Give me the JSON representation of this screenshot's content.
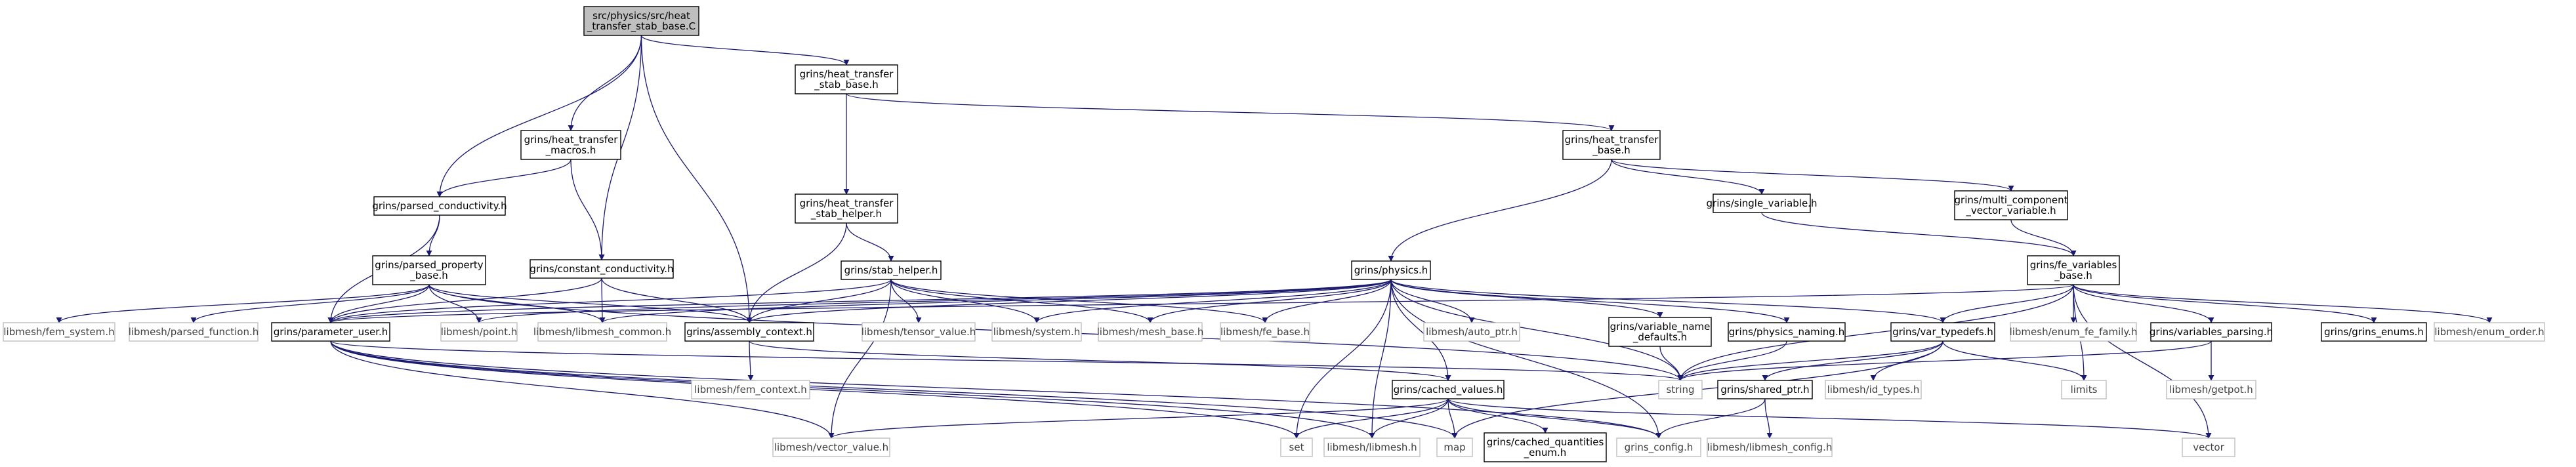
{
  "colors": {
    "edge": "#191970",
    "root_fill": "#bfbfbf",
    "node_fill": "#ffffff",
    "node_border": "#000000",
    "external_border": "#bfbfbf",
    "external_text": "#404040",
    "text": "#000000"
  },
  "nodes": [
    {
      "id": "root",
      "lines": [
        "src/physics/src/heat",
        "_transfer_stab_base.C"
      ],
      "kind": "root"
    },
    {
      "id": "heat_transfer_stab_base_h",
      "lines": [
        "grins/heat_transfer",
        "_stab_base.h"
      ],
      "kind": "internal"
    },
    {
      "id": "heat_transfer_base_h",
      "lines": [
        "grins/heat_transfer",
        "_base.h"
      ],
      "kind": "internal"
    },
    {
      "id": "heat_transfer_macros_h",
      "lines": [
        "grins/heat_transfer",
        "_macros.h"
      ],
      "kind": "internal"
    },
    {
      "id": "heat_transfer_stab_helper_h",
      "lines": [
        "grins/heat_transfer",
        "_stab_helper.h"
      ],
      "kind": "internal"
    },
    {
      "id": "single_variable_h",
      "lines": [
        "grins/single_variable.h"
      ],
      "kind": "internal"
    },
    {
      "id": "multi_component_vector_variable_h",
      "lines": [
        "grins/multi_component",
        "_vector_variable.h"
      ],
      "kind": "internal"
    },
    {
      "id": "parsed_conductivity_h",
      "lines": [
        "grins/parsed_conductivity.h"
      ],
      "kind": "internal"
    },
    {
      "id": "parsed_property_base_h",
      "lines": [
        "grins/parsed_property",
        "_base.h"
      ],
      "kind": "internal"
    },
    {
      "id": "constant_conductivity_h",
      "lines": [
        "grins/constant_conductivity.h"
      ],
      "kind": "internal"
    },
    {
      "id": "stab_helper_h",
      "lines": [
        "grins/stab_helper.h"
      ],
      "kind": "internal"
    },
    {
      "id": "physics_h",
      "lines": [
        "grins/physics.h"
      ],
      "kind": "internal"
    },
    {
      "id": "fe_variables_base_h",
      "lines": [
        "grins/fe_variables",
        "_base.h"
      ],
      "kind": "internal"
    },
    {
      "id": "fem_system_h",
      "lines": [
        "libmesh/fem_system.h"
      ],
      "kind": "external"
    },
    {
      "id": "parsed_function_h",
      "lines": [
        "libmesh/parsed_function.h"
      ],
      "kind": "external"
    },
    {
      "id": "parameter_user_h",
      "lines": [
        "grins/parameter_user.h"
      ],
      "kind": "internal"
    },
    {
      "id": "point_h",
      "lines": [
        "libmesh/point.h"
      ],
      "kind": "external"
    },
    {
      "id": "libmesh_common_h",
      "lines": [
        "libmesh/libmesh_common.h"
      ],
      "kind": "external"
    },
    {
      "id": "assembly_context_h",
      "lines": [
        "grins/assembly_context.h"
      ],
      "kind": "internal"
    },
    {
      "id": "tensor_value_h",
      "lines": [
        "libmesh/tensor_value.h"
      ],
      "kind": "external"
    },
    {
      "id": "system_h",
      "lines": [
        "libmesh/system.h"
      ],
      "kind": "external"
    },
    {
      "id": "mesh_base_h",
      "lines": [
        "libmesh/mesh_base.h"
      ],
      "kind": "external"
    },
    {
      "id": "fe_base_h",
      "lines": [
        "libmesh/fe_base.h"
      ],
      "kind": "external"
    },
    {
      "id": "auto_ptr_h",
      "lines": [
        "libmesh/auto_ptr.h"
      ],
      "kind": "external"
    },
    {
      "id": "variable_name_defaults_h",
      "lines": [
        "grins/variable_name",
        "_defaults.h"
      ],
      "kind": "internal"
    },
    {
      "id": "physics_naming_h",
      "lines": [
        "grins/physics_naming.h"
      ],
      "kind": "internal"
    },
    {
      "id": "var_typedefs_h",
      "lines": [
        "grins/var_typedefs.h"
      ],
      "kind": "internal"
    },
    {
      "id": "enum_fe_family_h",
      "lines": [
        "libmesh/enum_fe_family.h"
      ],
      "kind": "external"
    },
    {
      "id": "variables_parsing_h",
      "lines": [
        "grins/variables_parsing.h"
      ],
      "kind": "internal"
    },
    {
      "id": "grins_enums_h",
      "lines": [
        "grins/grins_enums.h"
      ],
      "kind": "internal"
    },
    {
      "id": "enum_order_h",
      "lines": [
        "libmesh/enum_order.h"
      ],
      "kind": "external"
    },
    {
      "id": "fem_context_h",
      "lines": [
        "libmesh/fem_context.h"
      ],
      "kind": "external"
    },
    {
      "id": "string",
      "lines": [
        "string"
      ],
      "kind": "external"
    },
    {
      "id": "cached_values_h",
      "lines": [
        "grins/cached_values.h"
      ],
      "kind": "internal"
    },
    {
      "id": "shared_ptr_h",
      "lines": [
        "grins/shared_ptr.h"
      ],
      "kind": "internal"
    },
    {
      "id": "id_types_h",
      "lines": [
        "libmesh/id_types.h"
      ],
      "kind": "external"
    },
    {
      "id": "limits",
      "lines": [
        "limits"
      ],
      "kind": "external"
    },
    {
      "id": "getpot_h",
      "lines": [
        "libmesh/getpot.h"
      ],
      "kind": "external"
    },
    {
      "id": "vector_value_h",
      "lines": [
        "libmesh/vector_value.h"
      ],
      "kind": "external"
    },
    {
      "id": "set",
      "lines": [
        "set"
      ],
      "kind": "external"
    },
    {
      "id": "libmesh_h",
      "lines": [
        "libmesh/libmesh.h"
      ],
      "kind": "external"
    },
    {
      "id": "map",
      "lines": [
        "map"
      ],
      "kind": "external"
    },
    {
      "id": "cached_quantities_enum_h",
      "lines": [
        "grins/cached_quantities",
        "_enum.h"
      ],
      "kind": "internal"
    },
    {
      "id": "grins_config_h",
      "lines": [
        "grins_config.h"
      ],
      "kind": "external"
    },
    {
      "id": "libmesh_config_h",
      "lines": [
        "libmesh/libmesh_config.h"
      ],
      "kind": "external"
    },
    {
      "id": "vector",
      "lines": [
        "vector"
      ],
      "kind": "external"
    }
  ],
  "edges": [
    [
      "root",
      "heat_transfer_stab_base_h"
    ],
    [
      "root",
      "heat_transfer_macros_h"
    ],
    [
      "root",
      "parsed_conductivity_h"
    ],
    [
      "root",
      "constant_conductivity_h"
    ],
    [
      "root",
      "assembly_context_h"
    ],
    [
      "heat_transfer_stab_base_h",
      "heat_transfer_base_h"
    ],
    [
      "heat_transfer_stab_base_h",
      "heat_transfer_stab_helper_h"
    ],
    [
      "heat_transfer_base_h",
      "physics_h"
    ],
    [
      "heat_transfer_base_h",
      "single_variable_h"
    ],
    [
      "heat_transfer_base_h",
      "multi_component_vector_variable_h"
    ],
    [
      "heat_transfer_macros_h",
      "parsed_conductivity_h"
    ],
    [
      "heat_transfer_macros_h",
      "constant_conductivity_h"
    ],
    [
      "heat_transfer_stab_helper_h",
      "stab_helper_h"
    ],
    [
      "heat_transfer_stab_helper_h",
      "assembly_context_h"
    ],
    [
      "single_variable_h",
      "fe_variables_base_h"
    ],
    [
      "multi_component_vector_variable_h",
      "fe_variables_base_h"
    ],
    [
      "parsed_conductivity_h",
      "parsed_property_base_h"
    ],
    [
      "parsed_conductivity_h",
      "parameter_user_h"
    ],
    [
      "parsed_property_base_h",
      "fem_system_h"
    ],
    [
      "parsed_property_base_h",
      "parsed_function_h"
    ],
    [
      "parsed_property_base_h",
      "parameter_user_h"
    ],
    [
      "parsed_property_base_h",
      "point_h"
    ],
    [
      "parsed_property_base_h",
      "libmesh_common_h"
    ],
    [
      "parsed_property_base_h",
      "assembly_context_h"
    ],
    [
      "parsed_property_base_h",
      "string"
    ],
    [
      "constant_conductivity_h",
      "parameter_user_h"
    ],
    [
      "constant_conductivity_h",
      "libmesh_common_h"
    ],
    [
      "constant_conductivity_h",
      "assembly_context_h"
    ],
    [
      "stab_helper_h",
      "parameter_user_h"
    ],
    [
      "stab_helper_h",
      "assembly_context_h"
    ],
    [
      "stab_helper_h",
      "tensor_value_h"
    ],
    [
      "stab_helper_h",
      "system_h"
    ],
    [
      "stab_helper_h",
      "mesh_base_h"
    ],
    [
      "stab_helper_h",
      "fe_base_h"
    ],
    [
      "stab_helper_h",
      "vector_value_h"
    ],
    [
      "physics_h",
      "parameter_user_h"
    ],
    [
      "physics_h",
      "point_h"
    ],
    [
      "physics_h",
      "libmesh_common_h"
    ],
    [
      "physics_h",
      "assembly_context_h"
    ],
    [
      "physics_h",
      "system_h"
    ],
    [
      "physics_h",
      "mesh_base_h"
    ],
    [
      "physics_h",
      "fe_base_h"
    ],
    [
      "physics_h",
      "auto_ptr_h"
    ],
    [
      "physics_h",
      "variable_name_defaults_h"
    ],
    [
      "physics_h",
      "physics_naming_h"
    ],
    [
      "physics_h",
      "var_typedefs_h"
    ],
    [
      "physics_h",
      "string"
    ],
    [
      "physics_h",
      "cached_values_h"
    ],
    [
      "physics_h",
      "set"
    ],
    [
      "physics_h",
      "libmesh_h"
    ],
    [
      "physics_h",
      "grins_config_h"
    ],
    [
      "fe_variables_base_h",
      "parameter_user_h"
    ],
    [
      "fe_variables_base_h",
      "var_typedefs_h"
    ],
    [
      "fe_variables_base_h",
      "enum_fe_family_h"
    ],
    [
      "fe_variables_base_h",
      "variables_parsing_h"
    ],
    [
      "fe_variables_base_h",
      "grins_enums_h"
    ],
    [
      "fe_variables_base_h",
      "enum_order_h"
    ],
    [
      "fe_variables_base_h",
      "string"
    ],
    [
      "fe_variables_base_h",
      "limits"
    ],
    [
      "fe_variables_base_h",
      "vector"
    ],
    [
      "parameter_user_h",
      "string"
    ],
    [
      "parameter_user_h",
      "vector_value_h"
    ],
    [
      "parameter_user_h",
      "set"
    ],
    [
      "parameter_user_h",
      "libmesh_h"
    ],
    [
      "parameter_user_h",
      "map"
    ],
    [
      "parameter_user_h",
      "grins_config_h"
    ],
    [
      "assembly_context_h",
      "fem_context_h"
    ],
    [
      "assembly_context_h",
      "cached_values_h"
    ],
    [
      "variable_name_defaults_h",
      "string"
    ],
    [
      "physics_naming_h",
      "string"
    ],
    [
      "var_typedefs_h",
      "string"
    ],
    [
      "var_typedefs_h",
      "shared_ptr_h"
    ],
    [
      "var_typedefs_h",
      "id_types_h"
    ],
    [
      "var_typedefs_h",
      "limits"
    ],
    [
      "var_typedefs_h",
      "map"
    ],
    [
      "variables_parsing_h",
      "string"
    ],
    [
      "variables_parsing_h",
      "getpot_h"
    ],
    [
      "cached_values_h",
      "vector_value_h"
    ],
    [
      "cached_values_h",
      "set"
    ],
    [
      "cached_values_h",
      "libmesh_h"
    ],
    [
      "cached_values_h",
      "map"
    ],
    [
      "cached_values_h",
      "cached_quantities_enum_h"
    ],
    [
      "cached_values_h",
      "grins_config_h"
    ],
    [
      "cached_values_h",
      "vector"
    ],
    [
      "shared_ptr_h",
      "grins_config_h"
    ],
    [
      "shared_ptr_h",
      "libmesh_config_h"
    ]
  ]
}
